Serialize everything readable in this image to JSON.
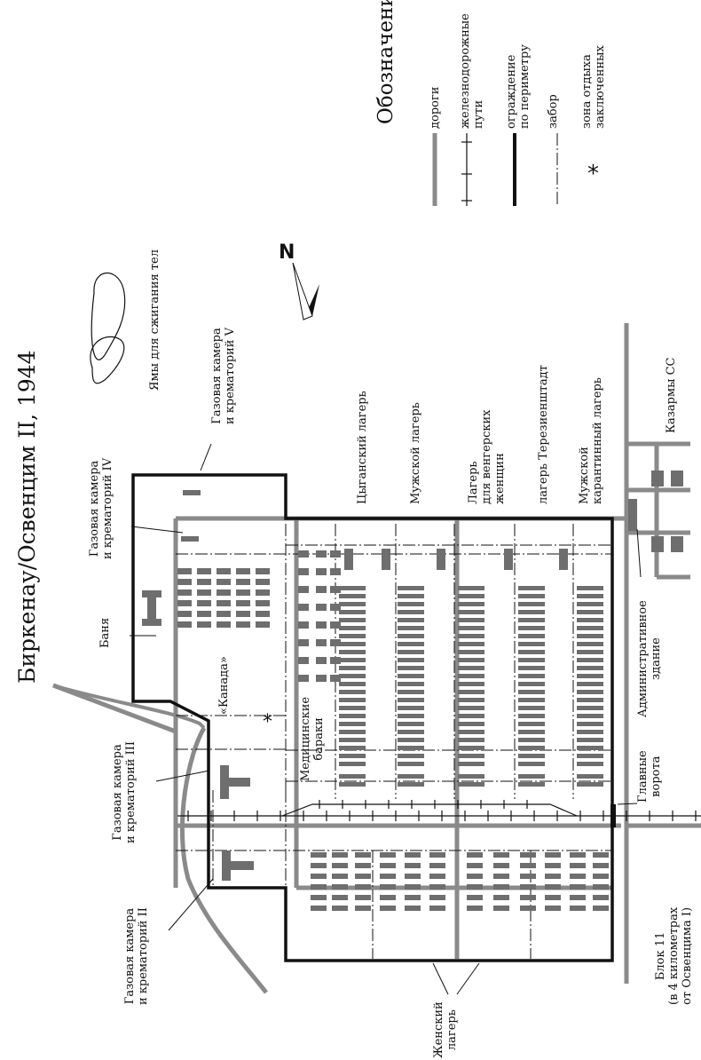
{
  "title": "Биркенау/Освенцим II, 1944",
  "north": "N",
  "legend": {
    "title": "Обозначения",
    "items": [
      {
        "symbol": "road",
        "label": "дороги"
      },
      {
        "symbol": "railway",
        "label": "железнодорожные\nпути"
      },
      {
        "symbol": "perimeter",
        "label": "ограждение\nпо периметру"
      },
      {
        "symbol": "fence",
        "label": "забор"
      },
      {
        "symbol": "asterisk",
        "label": "зона отдыха\nзаключенных"
      }
    ]
  },
  "labels": {
    "pits": "Ямы для сжигания тел",
    "crem5": "Газовая камера\nи крематорий V",
    "crem4": "Газовая камера\nи крематорий IV",
    "bath": "Баня",
    "kanada": "«Канада»",
    "crem3": "Газовая камера\nи крематорий III",
    "crem2": "Газовая камера\nи крематорий II",
    "medical": "Медицинские\nбараки",
    "gypsy": "Цыганский лагерь",
    "men": "Мужской лагерь",
    "hungarian": "Лагерь\nдля венгерских\nженщин",
    "theresienstadt": "лагерь Терезиенштадт",
    "quarantine": "Мужской\nкарантинный лагерь",
    "ss_barracks": "Казармы СС",
    "admin": "Административное\nздание",
    "main_gate": "Главные\nворота",
    "block11": "Блок 11\n(в 4 километрах\nот Освенцима I)",
    "women": "Женский\nлагерь"
  },
  "colors": {
    "road": "#8a8a8a",
    "building": "#6e6e6e",
    "line": "#111111"
  }
}
